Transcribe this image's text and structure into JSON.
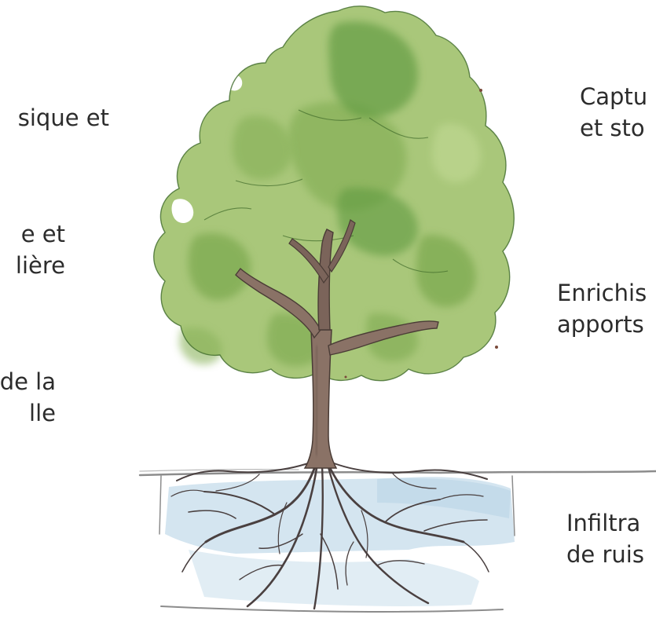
{
  "labels": {
    "left": [
      {
        "lines": [
          "sique et"
        ]
      },
      {
        "lines": [
          "e et",
          "lière"
        ]
      },
      {
        "lines": [
          "de la",
          "lle"
        ]
      }
    ],
    "right": [
      {
        "lines": [
          "Captu",
          "et sto"
        ]
      },
      {
        "lines": [
          "Enrichis",
          "apports"
        ]
      },
      {
        "lines": [
          "Infiltra",
          "de ruis"
        ]
      }
    ]
  },
  "illustration": {
    "subject": "tree-with-roots",
    "colors": {
      "foliage_light": "#a9c77a",
      "foliage_mid": "#8ab35c",
      "foliage_dark": "#5f9a3f",
      "trunk": "#8a7266",
      "trunk_shadow": "#5c4a42",
      "roots": "#4a4040",
      "water": "#c6dceb",
      "ground_line": "#8c8c8c",
      "text": "#2c2c2c"
    }
  }
}
